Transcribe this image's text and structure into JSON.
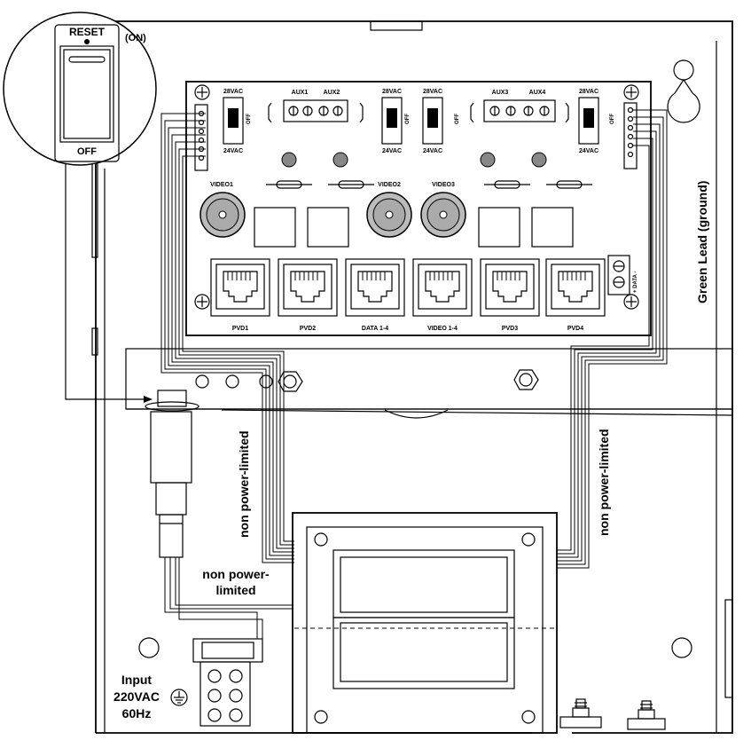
{
  "switch": {
    "top_label": "RESET",
    "on_label": "(ON)",
    "bottom_label": "OFF"
  },
  "board": {
    "vac_labels": {
      "v28_1": "28VAC",
      "v24_1": "24VAC",
      "off_1": "OFF",
      "v28_2": "28VAC",
      "v24_2": "24VAC",
      "off_2": "OFF",
      "v28_3": "28VAC",
      "v24_3": "24VAC",
      "off_3": "OFF",
      "v28_4": "28VAC",
      "v24_4": "24VAC",
      "off_4": "OFF"
    },
    "aux": {
      "aux1": "AUX1",
      "aux2": "AUX2",
      "aux3": "AUX3",
      "aux4": "AUX4"
    },
    "video": {
      "v1": "VIDEO1",
      "v2": "VIDEO2",
      "v3": "VIDEO3"
    },
    "ports": [
      "PVD1",
      "PVD2",
      "DATA 1-4",
      "VIDEO 1-4",
      "PVD3",
      "PVD4"
    ],
    "data_terminal": "+ DATA -"
  },
  "labels": {
    "ground": "Green Lead (ground)",
    "npl_left": "non power-limited",
    "npl_right": "non power-limited",
    "npl_mid_1": "non power-",
    "npl_mid_2": "limited",
    "input_1": "Input",
    "input_2": "220VAC",
    "input_3": "60Hz"
  }
}
